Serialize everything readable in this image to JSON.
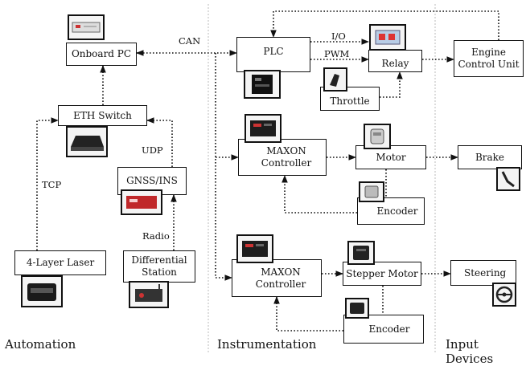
{
  "sections": {
    "automation": "Automation",
    "instrumentation": "Instrumentation",
    "input_devices": "Input Devices"
  },
  "nodes": {
    "onboard_pc": "Onboard PC",
    "eth_switch": "ETH Switch",
    "gnss_ins": "GNSS/INS",
    "laser": "4-Layer Laser",
    "diff_station_1": "Differential",
    "diff_station_2": "Station",
    "plc": "PLC",
    "relay": "Relay",
    "throttle": "Throttle",
    "maxon_a_1": "MAXON",
    "maxon_a_2": "Controller",
    "motor": "Motor",
    "encoder_a": "Encoder",
    "maxon_b_1": "MAXON",
    "maxon_b_2": "Controller",
    "stepper": "Stepper Motor",
    "encoder_b": "Encoder",
    "ecu_1": "Engine",
    "ecu_2": "Control Unit",
    "brake": "Brake",
    "steering": "Steering"
  },
  "edge_labels": {
    "can": "CAN",
    "io": "I/O",
    "pwm": "PWM",
    "udp": "UDP",
    "tcp": "TCP",
    "radio": "Radio"
  },
  "icons": [
    "pc-hardware-icon",
    "router-icon",
    "gnss-receiver-icon",
    "laser-scanner-icon",
    "radio-station-icon",
    "plc-module-icon",
    "relay-icon",
    "throttle-pedal-icon",
    "controller-board-icon",
    "motor-icon",
    "encoder-icon",
    "stepper-motor-icon",
    "brake-pedal-icon",
    "steering-wheel-icon"
  ]
}
